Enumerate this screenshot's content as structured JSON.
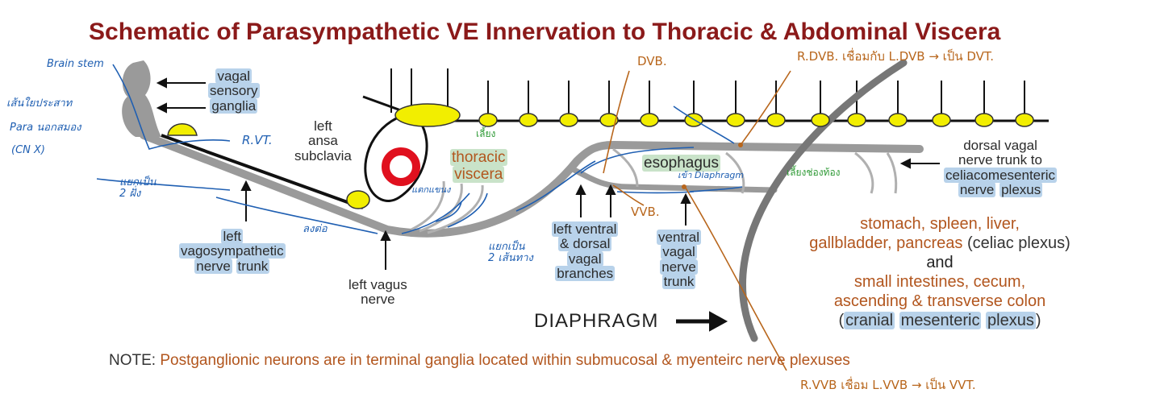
{
  "title": "Schematic of  Parasympathetic VE Innervation to Thoracic & Abdominal Viscera",
  "labels": {
    "vagal_sensory_ganglia": [
      "vagal",
      "sensory",
      "ganglia"
    ],
    "left_ansa_subclavia": [
      "left",
      "ansa",
      "subclavia"
    ],
    "thoracic_viscera": [
      "thoracic",
      "viscera"
    ],
    "esophagus": "esophagus",
    "dorsal_vagal_trunk": [
      "dorsal vagal",
      "nerve trunk to"
    ],
    "celiacomesenteric": [
      "celiacomesenteric",
      "nerve",
      "plexus"
    ],
    "left_vagosympathetic": [
      "left",
      "vagosympathetic",
      "nerve",
      "trunk"
    ],
    "left_vagus_nerve": [
      "left vagus",
      "nerve"
    ],
    "left_ventral_dorsal": [
      "left ventral",
      "& dorsal",
      "vagal",
      "branches"
    ],
    "ventral_vagal_trunk": [
      "ventral",
      "vagal",
      "nerve",
      "trunk"
    ],
    "diaphragm": "DIAPHRAGM",
    "organs_1": "stomach, spleen, liver,",
    "organs_2a": "gallbladder, pancreas",
    "organs_2b": "(celiac plexus)",
    "and": "and",
    "organs_3": "small intestines, cecum,",
    "organs_4": "ascending & transverse colon",
    "organs_5": [
      "(",
      "cranial",
      "mesenteric",
      "plexus",
      ")"
    ]
  },
  "note": {
    "prefix": "NOTE:",
    "text": "Postganglionic neurons are in terminal ganglia located within submucosal & myenteirc nerve plexuses"
  },
  "annotations": {
    "brain_stem": "Brain stem",
    "thai_1": "เส้นใยประสาท",
    "thai_2": "Para นอกสมอง",
    "cn_x": "(CN X)",
    "rvt": "R.VT.",
    "split_two_sides": [
      "แยกเป็น",
      "2 ฝั่ง"
    ],
    "down_to": "ลงต่อ",
    "branch": "แตกแขนง",
    "split_two_paths": [
      "แยกเป็น",
      "2 เส้นทาง"
    ],
    "dvb": "DVB.",
    "rdvb": "R.DVB. เชื่อมกับ L.DVB → เป็น DVT.",
    "vvb": "VVB.",
    "to_diaphragm": "เข้า Diaphragm",
    "feed_green_1": "เลี้ยง",
    "feed_green_2": "เลี้ยงช่องท้อง",
    "rvvb": "R.VVB เชื่อม L.VVB → เป็น VVT."
  },
  "colors": {
    "title": "#8b1a1a",
    "nerve_gray": "#9a9a9a",
    "ganglion_yellow": "#f2ee00",
    "artery_red": "#e0101e",
    "label_highlight": "#b8d2ea",
    "organ_text": "#b2561e",
    "annotation_blue": "#1f5fb2",
    "annotation_orange": "#b8661c",
    "annotation_green": "#2f9a36"
  }
}
